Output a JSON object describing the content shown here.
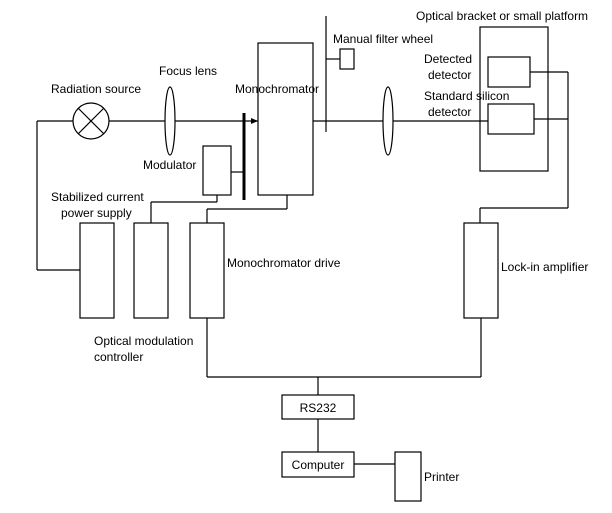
{
  "labels": {
    "optical_bracket": "Optical bracket or small platform",
    "manual_filter_wheel": "Manual filter wheel",
    "detected_detector_1": "Detected",
    "detected_detector_2": "detector",
    "standard_silicon_detector_1": "Standard silicon",
    "standard_silicon_detector_2": "detector",
    "radiation_source": "Radiation source",
    "focus_lens": "Focus lens",
    "monochromator": "Monochromator",
    "modulator": "Modulator",
    "stabilized_power_1": "Stabilized current",
    "stabilized_power_2": "power supply",
    "monochromator_drive": "Monochromator drive",
    "lock_in_amplifier": "Lock-in amplifier",
    "optical_modulation_1": "Optical modulation",
    "optical_modulation_2": "controller",
    "rs232": "RS232",
    "computer": "Computer",
    "printer": "Printer"
  }
}
